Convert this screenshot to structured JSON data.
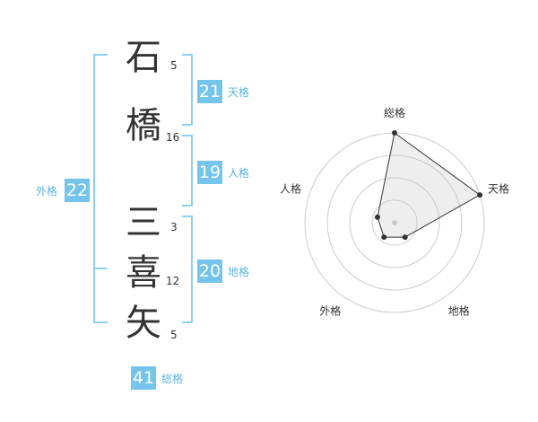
{
  "name": {
    "chars": [
      {
        "char": "石",
        "strokes": "5"
      },
      {
        "char": "橋",
        "strokes": "16"
      },
      {
        "char": "三",
        "strokes": "3"
      },
      {
        "char": "喜",
        "strokes": "12"
      },
      {
        "char": "矢",
        "strokes": "5"
      }
    ]
  },
  "grid": {
    "tenkaku": {
      "value": "21",
      "label": "天格"
    },
    "jinkaku": {
      "value": "19",
      "label": "人格"
    },
    "chikaku": {
      "value": "20",
      "label": "地格"
    },
    "gaikaku": {
      "value": "22",
      "label": "外格"
    },
    "soukaku": {
      "value": "41",
      "label": "総格"
    }
  },
  "chart_data": {
    "type": "radar",
    "categories": [
      "総格",
      "天格",
      "地格",
      "外格",
      "人格"
    ],
    "values": [
      5,
      5,
      1,
      1,
      1
    ],
    "range": [
      0,
      5
    ],
    "rings": 4
  },
  "colors": {
    "accent": "#74c4ec",
    "bracket": "#8cd0f5",
    "label": "#5ab4e0"
  }
}
